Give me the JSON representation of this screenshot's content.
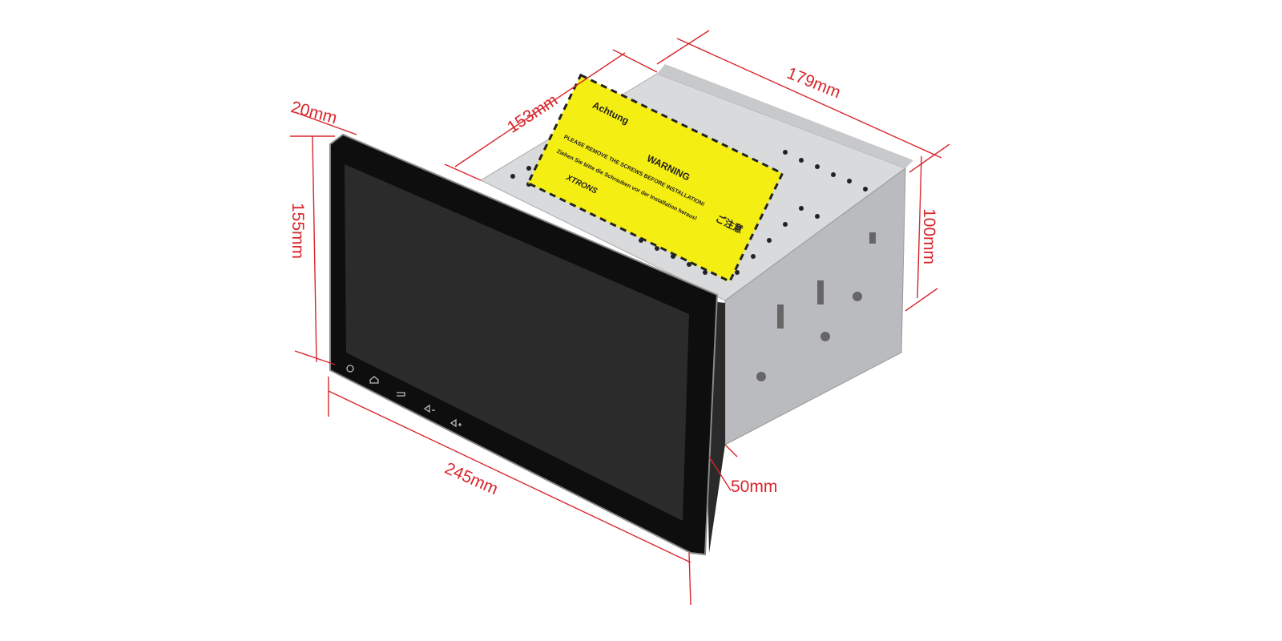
{
  "dimensions": {
    "depth_panel": "20mm",
    "depth_top": "153mm",
    "length_chassis": "179mm",
    "height_chassis": "100mm",
    "height_panel": "155mm",
    "width_panel": "245mm",
    "width_offset": "50mm"
  },
  "warning_label": {
    "achtung": "Achtung",
    "warning": "WARNING",
    "japanese_caution": "ご注意",
    "instruction_en": "PLEASE REMOVE THE SCREWS BEFORE INSTALLATION!",
    "instruction_de": "Ziehen Sie bitte die Schrauben vor der Installation heraus!",
    "brand": "XTRONS"
  },
  "buttons": [
    "power-icon",
    "home-icon",
    "back-icon",
    "volume-down-icon",
    "volume-up-icon"
  ],
  "colors": {
    "dimension": "#d8262b",
    "label": "#f5ee12",
    "panel": "#111111"
  }
}
